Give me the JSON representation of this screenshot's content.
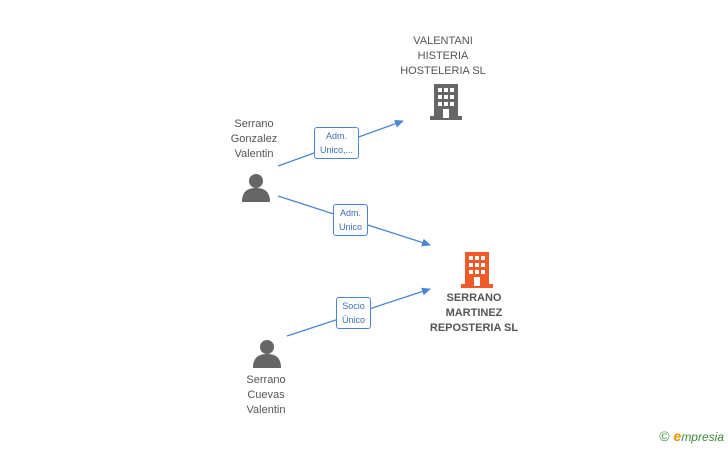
{
  "nodes": {
    "valentani": {
      "lines": [
        "VALENTANI",
        "HISTERIA",
        "HOSTELERIA  SL"
      ],
      "icon": "building-icon",
      "color": "#666666"
    },
    "serrano_martinez": {
      "lines": [
        "SERRANO",
        "MARTINEZ",
        "REPOSTERIA SL"
      ],
      "icon": "building-icon",
      "color": "#f05a28"
    },
    "serrano_gonzalez": {
      "lines": [
        "Serrano",
        "Gonzalez",
        "Valentin"
      ],
      "icon": "person-icon",
      "color": "#666666"
    },
    "serrano_cuevas": {
      "lines": [
        "Serrano",
        "Cuevas",
        "Valentin"
      ],
      "icon": "person-icon",
      "color": "#666666"
    }
  },
  "edges": [
    {
      "from": "serrano_gonzalez",
      "to": "valentani",
      "label": [
        "Adm.",
        "Unico,..."
      ]
    },
    {
      "from": "serrano_gonzalez",
      "to": "serrano_martinez",
      "label": [
        "Adm.",
        "Unico"
      ]
    },
    {
      "from": "serrano_cuevas",
      "to": "serrano_martinez",
      "label": [
        "Socio",
        "Único"
      ]
    }
  ],
  "colors": {
    "edge": "#4a86d8"
  },
  "brand": {
    "copyright": "©",
    "initial": "e",
    "name": "mpresia"
  }
}
